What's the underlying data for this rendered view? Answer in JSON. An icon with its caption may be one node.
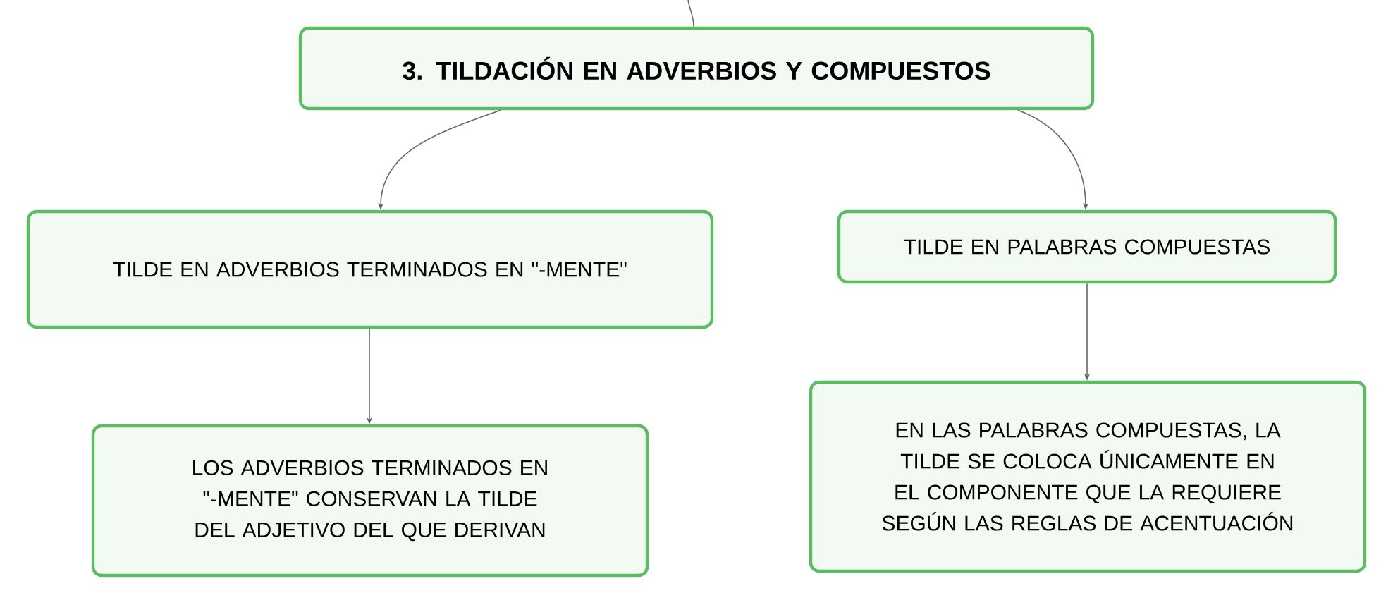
{
  "diagram": {
    "nodes": [
      {
        "text": [
          "3. TILDACIÓN EN ADVERBIOS Y COMPUESTOS"
        ]
      },
      {
        "text": [
          "TILDE EN ADVERBIOS TERMINADOS EN \"-MENTE\""
        ]
      },
      {
        "text": [
          "TILDE EN PALABRAS COMPUESTAS"
        ]
      },
      {
        "text": [
          "LOS ADVERBIOS TERMINADOS EN \"-MENTE\" CONSERVAN LA TILDE DEL ADJETIVO DEL QUE DERIVAN"
        ]
      },
      {
        "text": [
          "EN LAS PALABRAS COMPUESTAS, LA TILDE SE COLOCA ÚNICAMENTE EN EL COMPONENTE QUE LA REQUIERE SEGÚN LAS REGLAS DE ACENTUACIÓN"
        ]
      }
    ],
    "edges": [
      {
        "from": null,
        "to": 0,
        "arrow": "none"
      },
      {
        "from": 0,
        "to": 1,
        "arrow": "to"
      },
      {
        "from": 0,
        "to": 2,
        "arrow": "to"
      },
      {
        "from": 1,
        "to": 3,
        "arrow": "to"
      },
      {
        "from": 2,
        "to": 4,
        "arrow": "to"
      }
    ]
  }
}
